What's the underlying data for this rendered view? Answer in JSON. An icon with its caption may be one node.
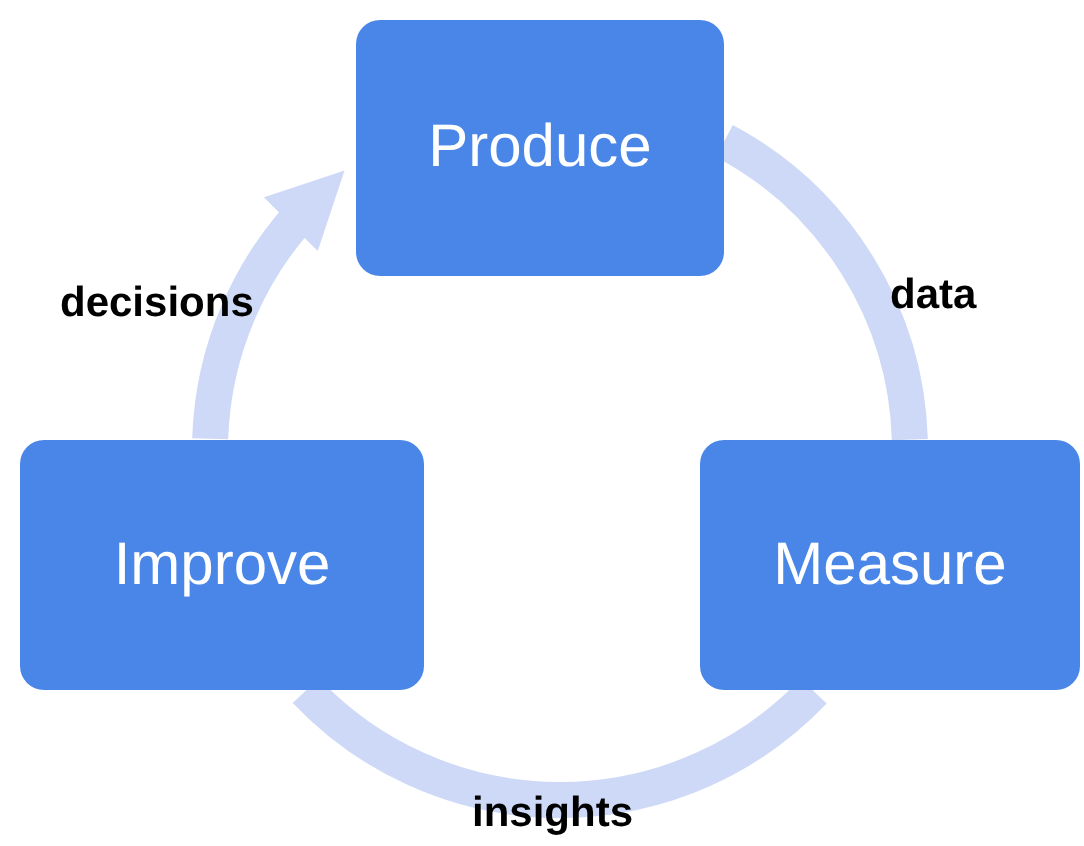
{
  "diagram": {
    "nodes": [
      {
        "text": [
          "Produce"
        ]
      },
      {
        "text": [
          "Measure"
        ]
      },
      {
        "text": [
          "Improve"
        ]
      }
    ],
    "edges": [
      {
        "from": 0,
        "to": 1,
        "arrow": "none",
        "label": "data"
      },
      {
        "from": 1,
        "to": 2,
        "arrow": "none",
        "label": "insights"
      },
      {
        "from": 2,
        "to": 0,
        "arrow": "to",
        "label": "decisions"
      }
    ]
  }
}
